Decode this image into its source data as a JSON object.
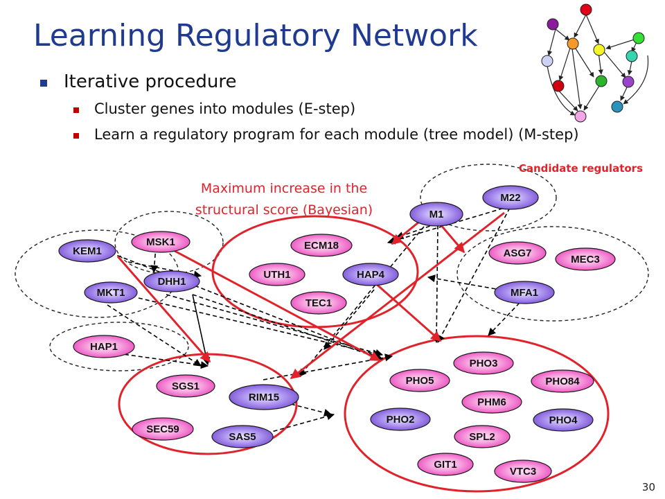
{
  "title": "Learning Regulatory Network",
  "bullets": {
    "main": "Iterative procedure",
    "sub": [
      "Cluster genes into modules (E-step)",
      "Learn a regulatory program for each module (tree model) (M-step)"
    ]
  },
  "labels": {
    "candidate": "Candidate regulators",
    "annotation_line1": "Maximum increase in the",
    "annotation_line2": "structural score (Bayesian)"
  },
  "page_number": "30",
  "nodes": {
    "KEM1": "KEM1",
    "MSK1": "MSK1",
    "DHH1": "DHH1",
    "MKT1": "MKT1",
    "HAP1": "HAP1",
    "ECM18": "ECM18",
    "UTH1": "UTH1",
    "HAP4": "HAP4",
    "TEC1": "TEC1",
    "M1": "M1",
    "M22": "M22",
    "ASG7": "ASG7",
    "MEC3": "MEC3",
    "MFA1": "MFA1",
    "SGS1": "SGS1",
    "RIM15": "RIM15",
    "SEC59": "SEC59",
    "SAS5": "SAS5",
    "PHO3": "PHO3",
    "PHO5": "PHO5",
    "PHO84": "PHO84",
    "PHM6": "PHM6",
    "PHO2": "PHO2",
    "PHO4": "PHO4",
    "SPL2": "SPL2",
    "GIT1": "GIT1",
    "VTC3": "VTC3"
  },
  "colors": {
    "title": "#1f3a8f",
    "highlight_red": "#e0232b",
    "pink_node": "#e83ab8",
    "purple_node": "#6f44cf"
  }
}
